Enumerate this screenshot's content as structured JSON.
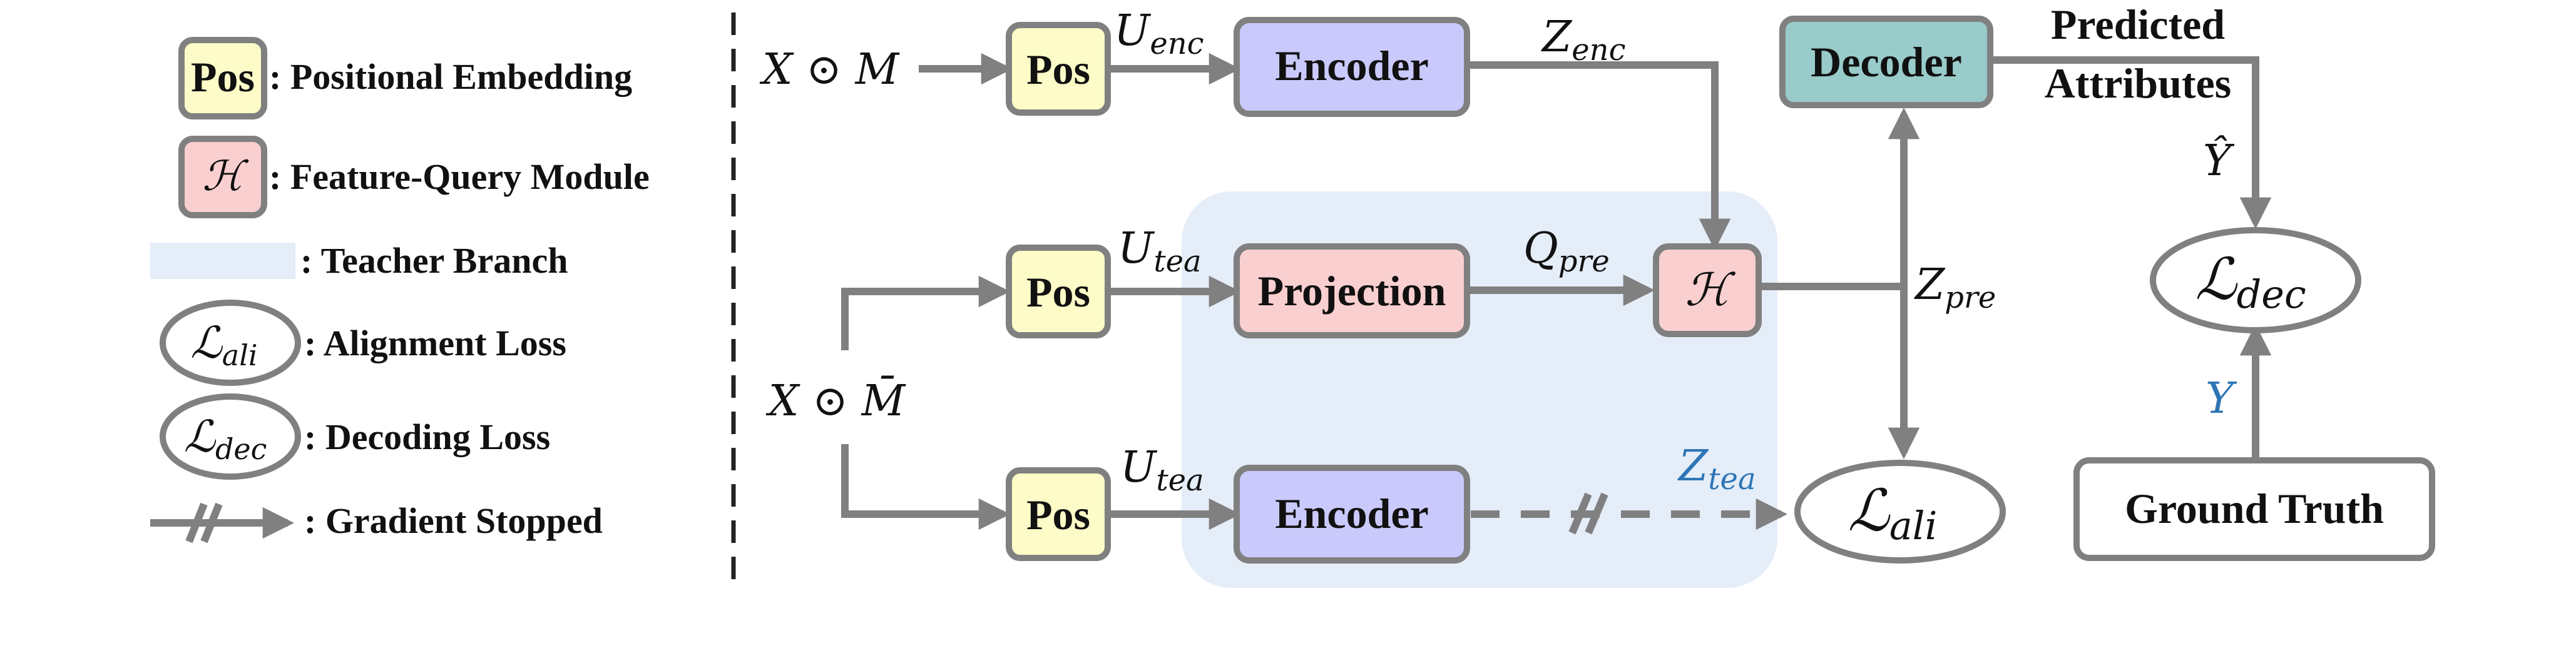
{
  "legend": {
    "pos_box": "Pos",
    "pos_label": ": Positional Embedding",
    "h_box": "ℋ",
    "h_label": ": Feature-Query Module",
    "teacher_label": ": Teacher Branch",
    "ali_sym": "ℒ",
    "ali_sub": "ali",
    "ali_label": ": Alignment Loss",
    "dec_sym": "ℒ",
    "dec_sub": "dec",
    "dec_label": ": Decoding Loss",
    "grad_label": ": Gradient Stopped"
  },
  "inputs": {
    "masked": "X ⊙ M",
    "complement": "X ⊙ M̄"
  },
  "boxes": {
    "pos": "Pos",
    "encoder": "Encoder",
    "projection": "Projection",
    "h": "ℋ",
    "decoder": "Decoder",
    "ground_truth": "Ground Truth"
  },
  "edge_labels": {
    "u": "U",
    "enc": "enc",
    "tea": "tea",
    "z": "Z",
    "pre": "pre",
    "q": "Q",
    "y_hat": "Ŷ",
    "y": "Y"
  },
  "outputs": {
    "predicted_line1": "Predicted",
    "predicted_line2": "Attributes",
    "loss_sym": "ℒ",
    "ali_sub": "ali",
    "dec_sub": "dec"
  },
  "colors": {
    "pos_fill": "#fdfcc8",
    "h_fill": "#f9cfcf",
    "encoder_fill": "#cac9fb",
    "decoder_fill": "#98cbca",
    "teacher_fill": "#e4edf8",
    "stroke": "#808080",
    "blue_text": "#2e75b6"
  }
}
